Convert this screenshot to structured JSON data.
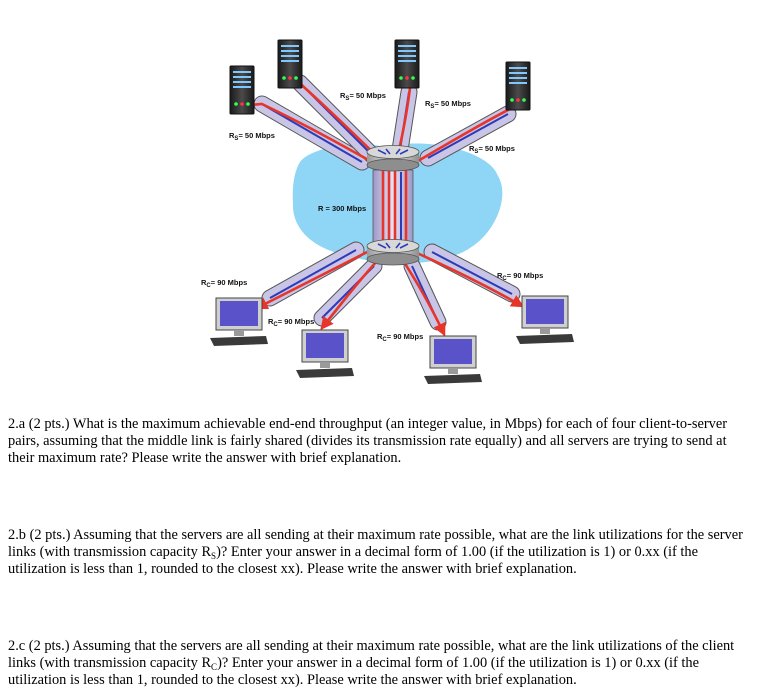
{
  "diagram": {
    "rate_unit": "Mbps",
    "server_links": [
      {
        "sym": "R",
        "sub": "S",
        "value": "50 Mbps"
      },
      {
        "sym": "R",
        "sub": "S",
        "value": "50 Mbps"
      },
      {
        "sym": "R",
        "sub": "S",
        "value": "50 Mbps"
      },
      {
        "sym": "R",
        "sub": "S",
        "value": "50 Mbps"
      }
    ],
    "middle_link": {
      "label": "R = 300 Mbps"
    },
    "client_links": [
      {
        "sym": "R",
        "sub": "C",
        "value": "90 Mbps"
      },
      {
        "sym": "R",
        "sub": "C",
        "value": "90 Mbps"
      },
      {
        "sym": "R",
        "sub": "C",
        "value": "90 Mbps"
      },
      {
        "sym": "R",
        "sub": "C",
        "value": "90 Mbps"
      }
    ],
    "colors": {
      "cloud": "#8fd6f6",
      "pipe": "#c9c5e6",
      "flow_red": "#e8352a",
      "flow_blue": "#2d3bb8",
      "router": "#c8c8c8"
    },
    "icons": [
      "server-icon",
      "router-icon",
      "client-pc-icon"
    ]
  },
  "questions": [
    {
      "text": "2.a (2 pts.) What is the maximum achievable end-end throughput (an integer value, in Mbps) for each of four client-to-server pairs, assuming that the middle link is fairly shared (divides its transmission rate equally) and all servers are trying to send at their maximum rate? Please write the answer with brief explanation."
    },
    {
      "pre": "2.b (2 pts.) Assuming that the servers are all sending at their maximum rate possible, what are the link utilizations for the server links (with transmission capacity R",
      "sub": "S",
      "post": ")? Enter your answer in a decimal form of 1.00 (if the utilization is 1) or 0.xx (if the utilization is less than 1, rounded to the closest xx). Please write the answer with brief explanation."
    },
    {
      "pre": "2.c (2 pts.) Assuming that the servers are all sending at their maximum rate possible, what are the link utilizations of the client links (with transmission capacity R",
      "sub": "C",
      "post": ")? Enter your answer in a decimal form of 1.00 (if the utilization is 1) or 0.xx (if the utilization is less than 1, rounded to the closest xx). Please write the answer with brief explanation."
    }
  ]
}
